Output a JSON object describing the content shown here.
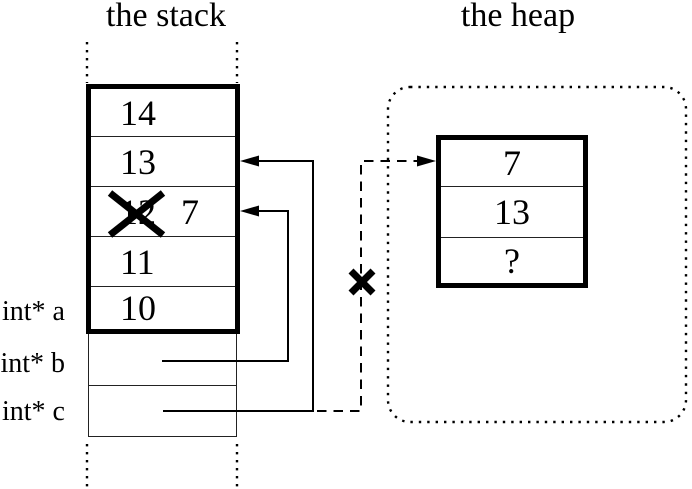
{
  "colors": {
    "ink": "#000000",
    "background": "#ffffff"
  },
  "stack": {
    "title": "the stack",
    "cells": [
      {
        "value": "14"
      },
      {
        "value": "13"
      },
      {
        "value": "12",
        "crossed_out": true,
        "replacement": "7"
      },
      {
        "value": "11"
      },
      {
        "value": "10"
      }
    ],
    "pointer_labels": [
      {
        "name": "int* a"
      },
      {
        "name": "int* b"
      },
      {
        "name": "int* c"
      }
    ]
  },
  "heap": {
    "title": "the heap",
    "cells": [
      {
        "value": "7"
      },
      {
        "value": "13"
      },
      {
        "value": "?"
      }
    ]
  }
}
